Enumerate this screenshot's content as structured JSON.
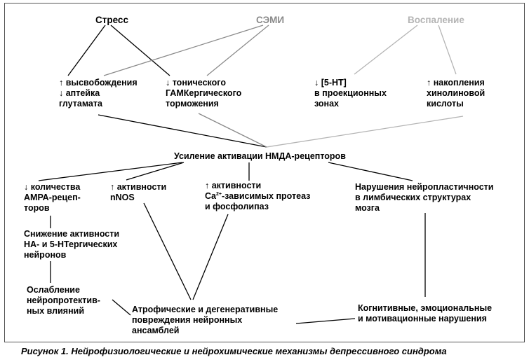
{
  "sources": {
    "stress": "Стресс",
    "semi": "СЭМИ",
    "inflammation": "Воспаление"
  },
  "nodes": {
    "glutamate": "↑ высвобождения\n↓ аптейка\nглутамата",
    "gaba": "↓ тонического\nГАМКергического\nторможения",
    "ht5_projection": "↓ [5-НТ]\nв проекционных\nзонах",
    "quinolinic": "↑ накопления\nхинолиновой\nкислоты",
    "nmda": "Усиление активации НМДА-рецепторов",
    "ampa": "↓ количества\nАМРА-рецеп-\nторов",
    "nnos": "↑ активности\nnNOS",
    "ca_activity_line1": "↑ активности",
    "ca_prefix": "Ca",
    "ca_sup": "2+",
    "ca_suffix": "-зависимых протеаз",
    "ca_line3": "и фосфолипаз",
    "neuroplasticity": "Нарушения нейропластичности\nв лимбических структурах\nмозга",
    "na_ht": "Снижение активности\nНА- и 5-НТергических\nнейронов",
    "neuroprotective": "Ослабление\nнейропротектив-\nных влияний",
    "atrophic": "Атрофические и дегенеративные\nповреждения нейронных\nансамблей",
    "cognitive": "Когнитивные, эмоциональные\nи мотивационные нарушения"
  },
  "caption": "Рисунок 1. Нейрофизиологические и нейрохимические механизмы депрессивного синдрома",
  "colors": {
    "black_line": "#000000",
    "gray_line": "#8a8a8a",
    "light_line": "#b4b4b4"
  }
}
